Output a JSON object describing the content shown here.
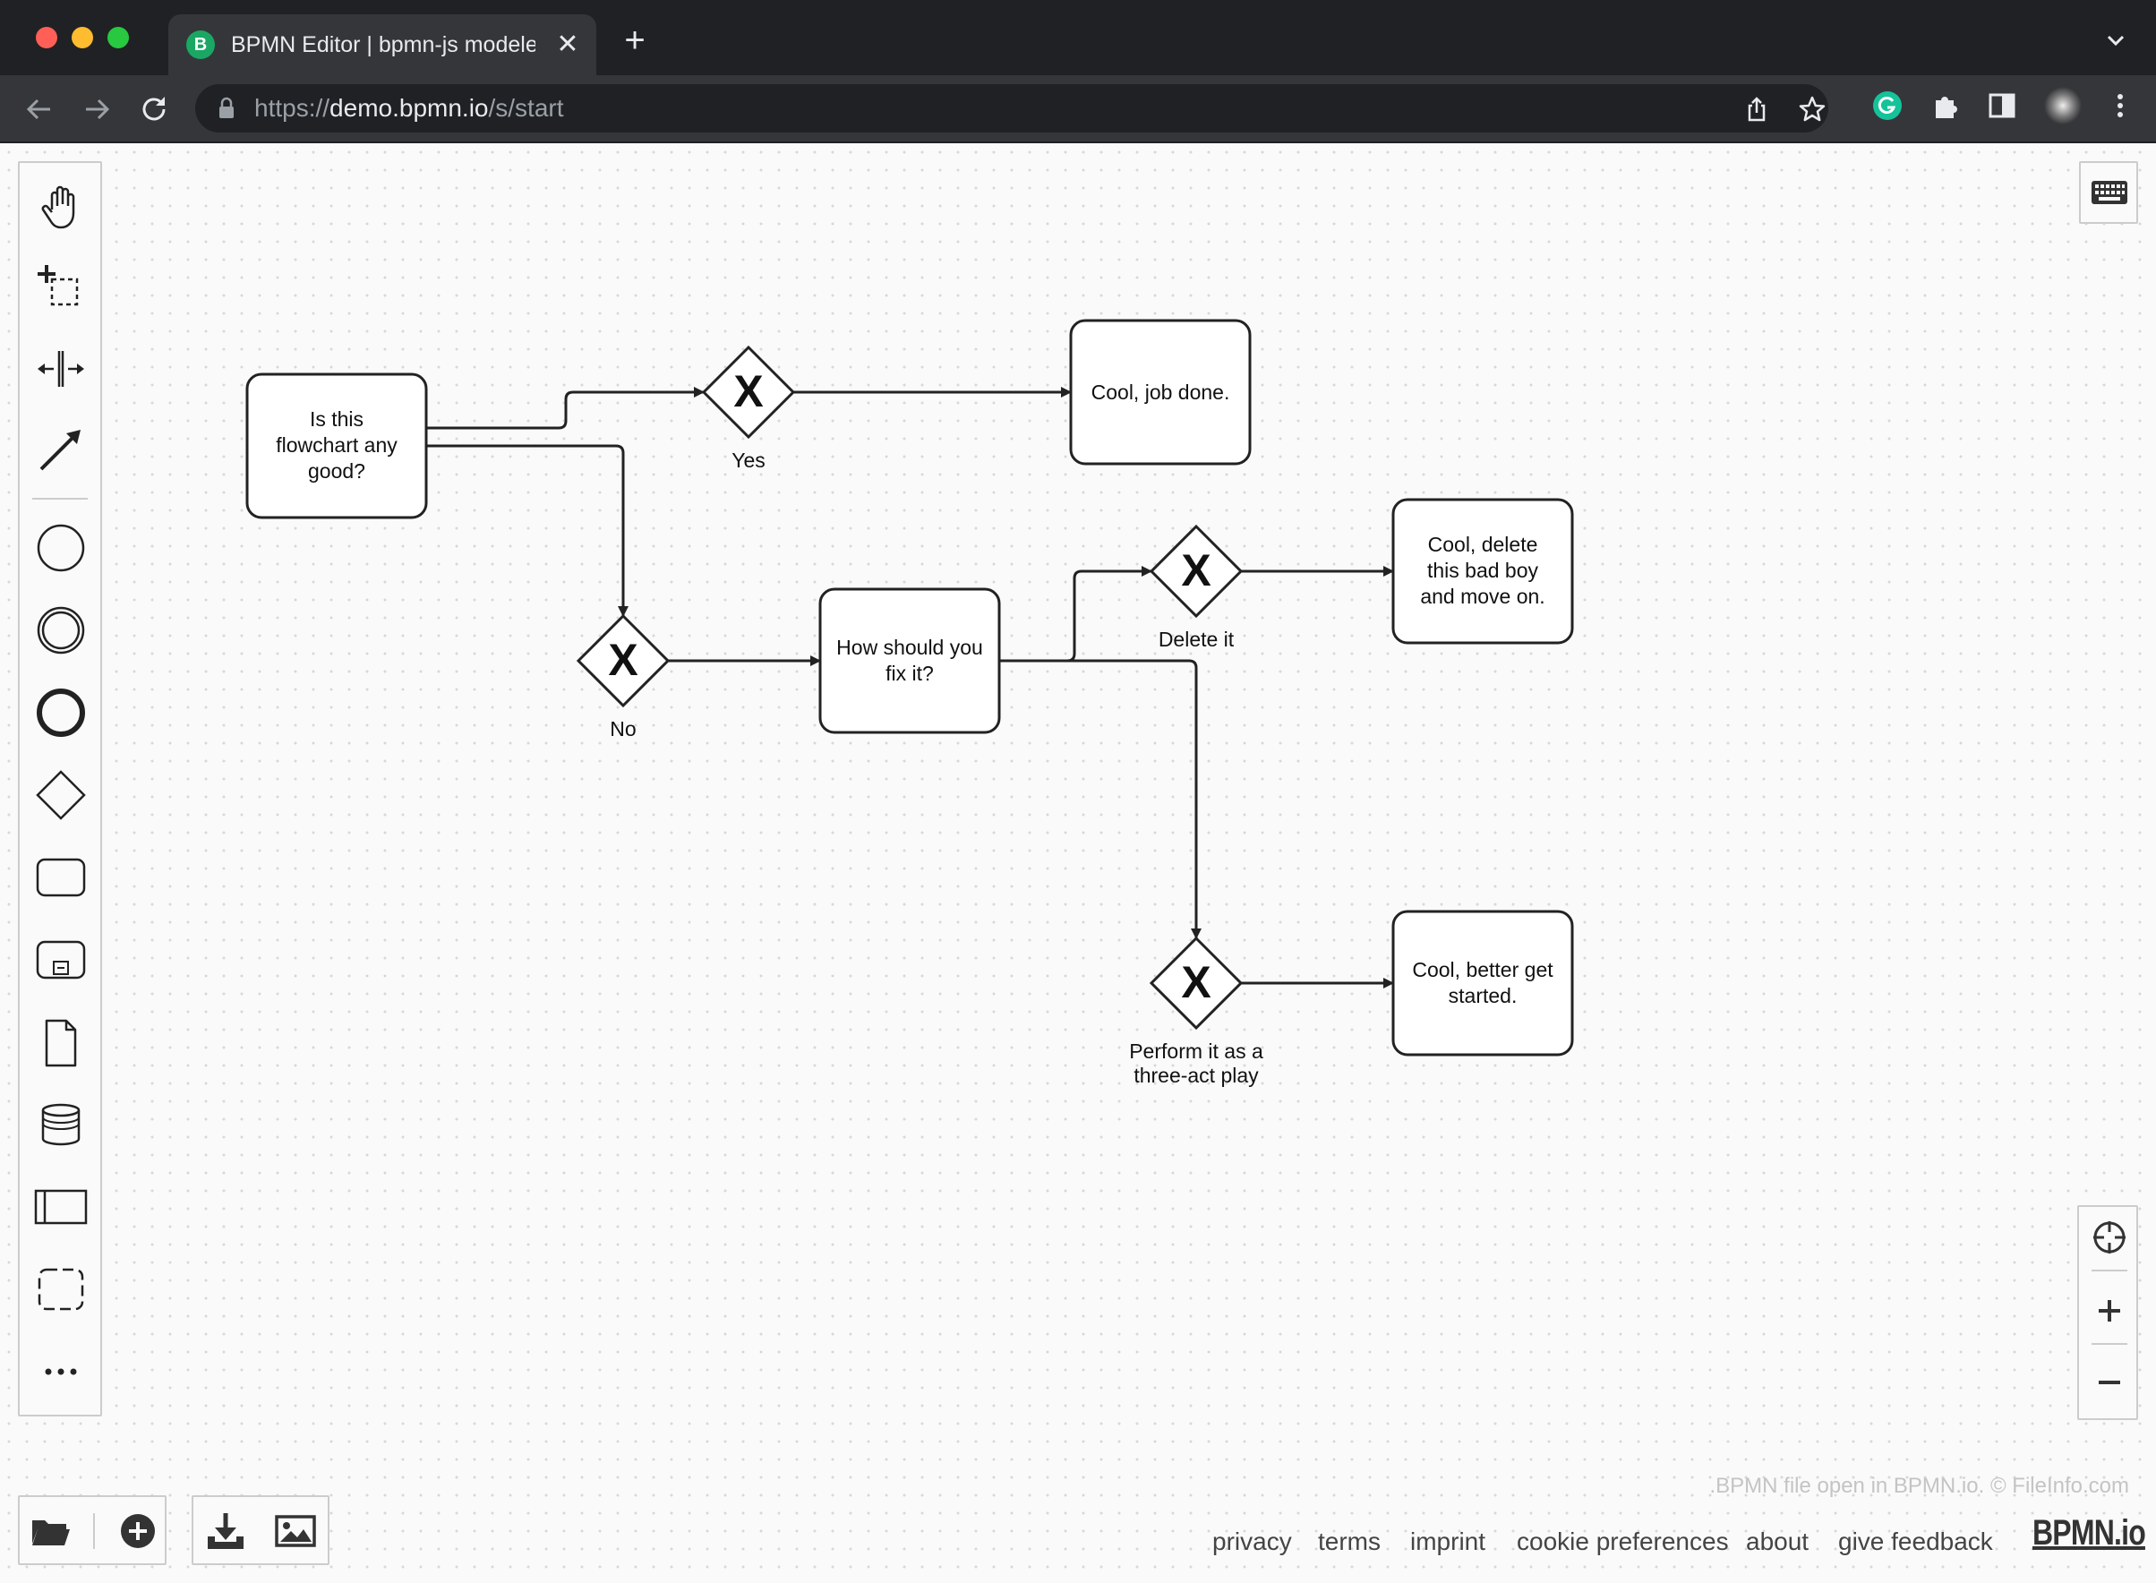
{
  "browser": {
    "tab_title": "BPMN Editor | bpmn-js modeler",
    "tab_favicon_letter": "B",
    "tab_close": "✕",
    "new_tab": "+",
    "url_scheme": "https://",
    "url_host": "demo.bpmn.io",
    "url_path": "/s/start"
  },
  "palette": {
    "tools": [
      "hand-tool",
      "lasso-tool",
      "space-tool",
      "global-connect-tool",
      "start-event",
      "intermediate-event",
      "end-event",
      "gateway",
      "task",
      "subprocess",
      "data-object",
      "data-store",
      "participant",
      "group",
      "more-tools"
    ]
  },
  "diagram": {
    "tasks": [
      {
        "id": "task-is-this-good",
        "lines": [
          "Is this",
          "flowchart any",
          "good?"
        ]
      },
      {
        "id": "task-job-done",
        "lines": [
          "Cool, job done."
        ]
      },
      {
        "id": "task-how-fix",
        "lines": [
          "How should you",
          "fix it?"
        ]
      },
      {
        "id": "task-delete",
        "lines": [
          "Cool, delete",
          "this bad boy",
          "and move on."
        ]
      },
      {
        "id": "task-get-started",
        "lines": [
          "Cool, better get",
          "started."
        ]
      }
    ],
    "gateways": [
      {
        "id": "gw-yes",
        "label": "Yes"
      },
      {
        "id": "gw-no",
        "label": "No"
      },
      {
        "id": "gw-delete",
        "label": "Delete it"
      },
      {
        "id": "gw-perform",
        "label_lines": [
          "Perform it as a",
          "three-act play"
        ]
      }
    ],
    "gateway_marker": "X"
  },
  "footer": {
    "watermark": ".BPMN file open in BPMN.io. © FileInfo.com",
    "links": [
      "privacy",
      "terms",
      "imprint",
      "cookie preferences",
      "about",
      "give feedback"
    ],
    "logo": "BPMN.io"
  },
  "colors": {
    "stroke": "#222222",
    "task_fill": "#ffffff",
    "canvas": "#fafafa"
  }
}
